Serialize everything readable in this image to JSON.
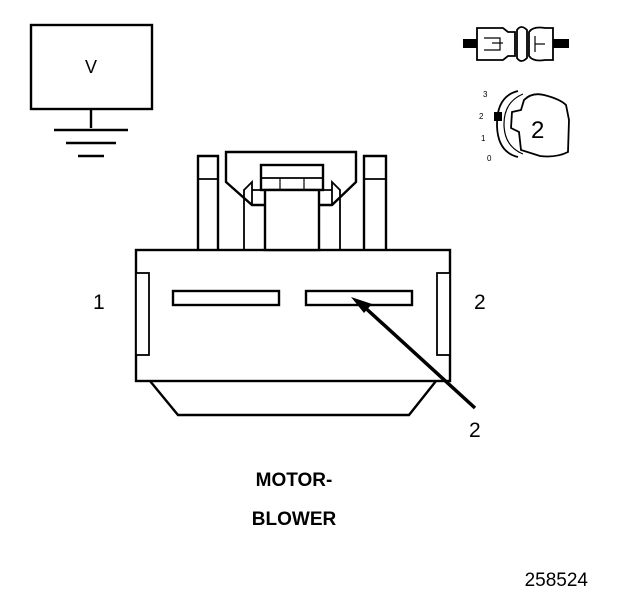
{
  "meter": {
    "label": "V"
  },
  "connector": {
    "terminal_left": "1",
    "terminal_right": "2",
    "callout": "2",
    "name_line1": "MOTOR-",
    "name_line2": "BLOWER"
  },
  "position_view": {
    "scale": [
      "3",
      "2",
      "1",
      "0"
    ],
    "position": "2"
  },
  "figure_id": "258524"
}
